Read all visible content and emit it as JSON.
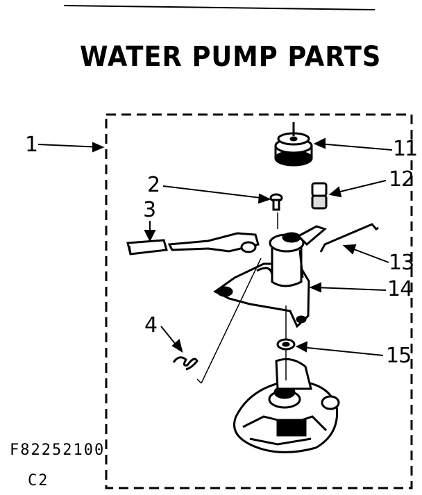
{
  "title": "WATER PUMP PARTS",
  "callouts": {
    "c1": "1",
    "c2": "2",
    "c3": "3",
    "c4": "4",
    "c11": "11",
    "c12": "12",
    "c13": "13",
    "c14": "14",
    "c15": "15"
  },
  "footer": {
    "figure_code": "F82252100",
    "sheet": "C2"
  }
}
